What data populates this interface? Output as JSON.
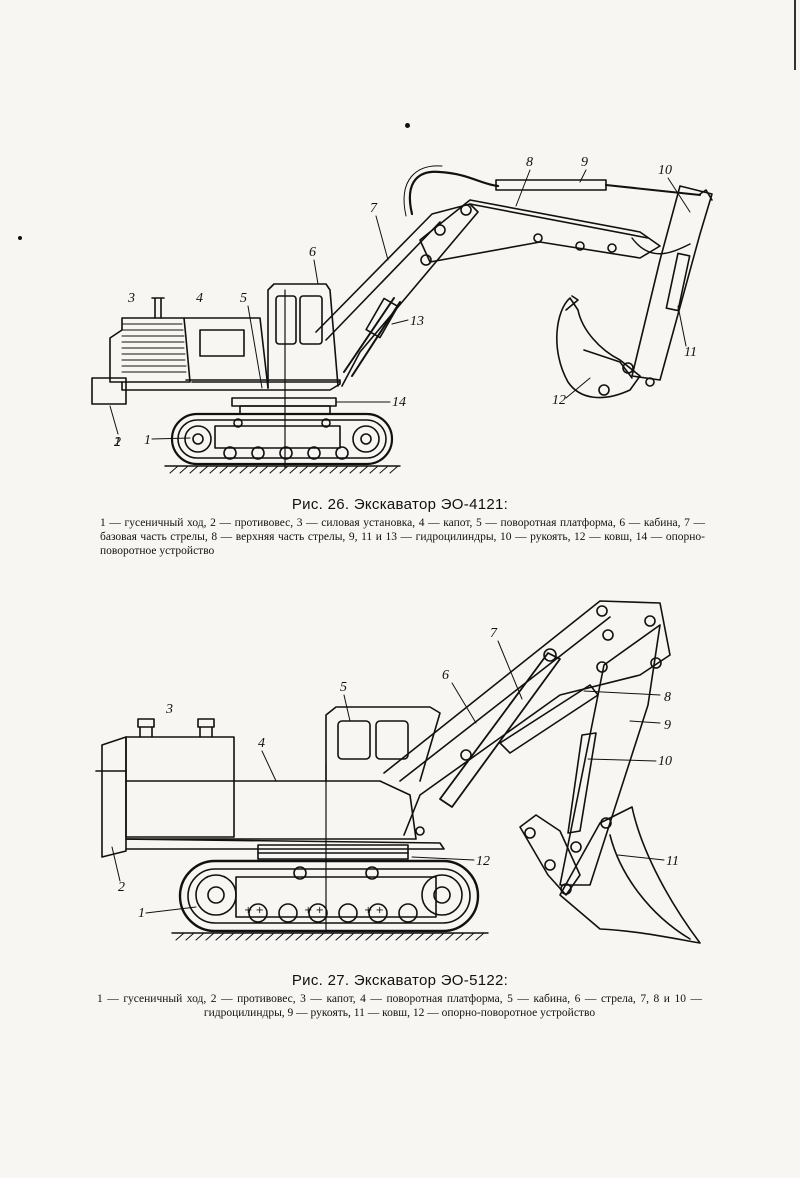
{
  "figure26": {
    "title": "Рис. 26. Экскаватор ЭО-4121:",
    "legend": "1 — гусеничный ход, 2 — противовес, 3 — силовая установка, 4 — капот, 5 — поворотная платформа, 6 — кабина, 7 — базовая часть стрелы, 8 — верхняя часть стрелы, 9, 11 и 13 — гидроцилиндры, 10 — рукоять, 12 — ковш, 14 — опорно-поворотное устройство",
    "labels": [
      "1",
      "2",
      "3",
      "4",
      "5",
      "6",
      "7",
      "8",
      "9",
      "10",
      "11",
      "12",
      "13",
      "14"
    ]
  },
  "figure27": {
    "title": "Рис. 27. Экскаватор ЭО-5122:",
    "legend": "1 — гусеничный ход, 2 — противовес, 3 — капот, 4 — поворотная платформа, 5 — кабина, 6 — стрела, 7, 8 и 10 — гидроцилиндры, 9 — рукоять, 11 — ковш, 12 — опорно-поворотное устройство",
    "labels": [
      "1",
      "2",
      "3",
      "4",
      "5",
      "6",
      "7",
      "8",
      "9",
      "10",
      "11",
      "12"
    ]
  }
}
